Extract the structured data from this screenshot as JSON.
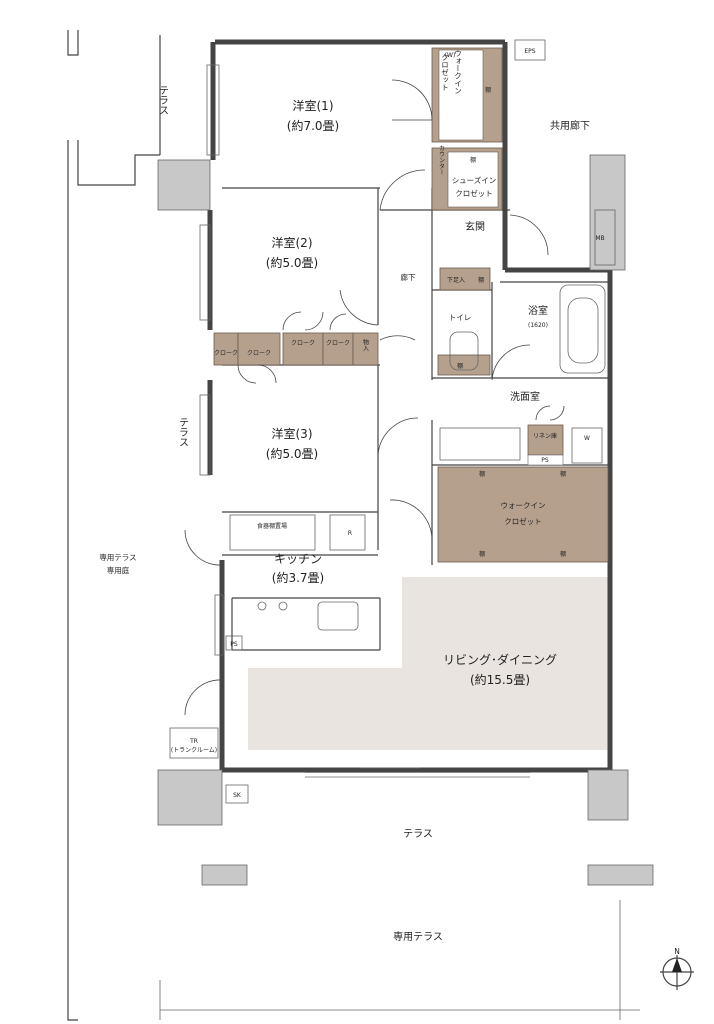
{
  "rooms": {
    "western1_name": "洋室(1)",
    "western1_size": "(約7.0畳)",
    "western2_name": "洋室(2)",
    "western2_size": "(約5.0畳)",
    "western3_name": "洋室(3)",
    "western3_size": "(約5.0畳)",
    "kitchen_name": "キッチン",
    "kitchen_size": "(約3.7畳)",
    "living_name": "リビング･ダイニング",
    "living_size": "(約15.5畳)",
    "bath_name": "浴室",
    "bath_size": "(1620)",
    "washroom": "洗面室",
    "toilet": "トイレ",
    "entrance": "玄関",
    "hallway": "廊下",
    "shared_corridor": "共用廊下"
  },
  "storage": {
    "wic_top_1": "ウォークイン",
    "wic_top_2": "クロゼット",
    "w_mark": "(W)",
    "shelf": "棚",
    "counter": "カウンター",
    "shoe_1": "シューズイン",
    "shoe_2": "クロゼット",
    "shoe_box": "下足入",
    "cloak": "クローク",
    "storage_in": "物入",
    "linen": "リネン庫",
    "w": "W",
    "ps": "PS",
    "wic_bottom_1": "ウォークイン",
    "wic_bottom_2": "クロゼット",
    "fridge": "R",
    "kitchen_storage": "食器棚置場",
    "sk": "SK",
    "eps": "EPS",
    "mb": "MB",
    "tr_1": "TR",
    "tr_2": "(トランクルーム)"
  },
  "exterior": {
    "terrace_top_left": "テラス",
    "terrace_left_mid": "テラス",
    "private_terrace_left_1": "専用テラス",
    "private_terrace_left_2": "専用庭",
    "terrace_bottom": "テラス",
    "private_terrace_bottom": "専用テラス",
    "north": "N"
  }
}
